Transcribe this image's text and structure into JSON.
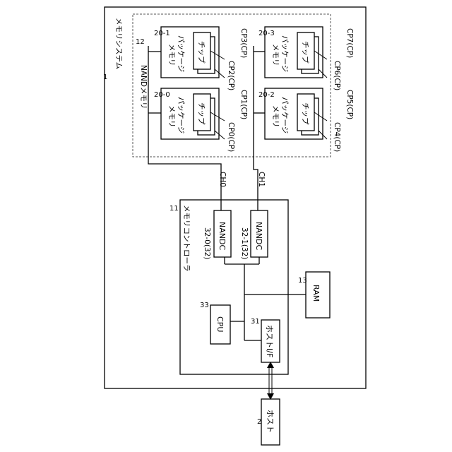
{
  "memory_system": {
    "ref": "1",
    "title": "メモリシステム"
  },
  "host": {
    "ref": "2",
    "label": "ホスト"
  },
  "nand_memory": {
    "ref": "12",
    "title": "NANDメモリ"
  },
  "controller": {
    "ref": "11",
    "title": "メモリコントローラ",
    "cpu": {
      "ref": "33",
      "label": "CPU"
    },
    "host_if": {
      "ref": "31",
      "label": "ホストI/F"
    },
    "ram": {
      "ref": "13",
      "label": "RAM"
    },
    "nandc0": {
      "ref": "32-0(32)",
      "label": "NANDC"
    },
    "nandc1": {
      "ref": "32-1(32)",
      "label": "NANDC"
    }
  },
  "channels": {
    "ch0": "CH0",
    "ch1": "CH1"
  },
  "package_label": {
    "line1": "メモリ",
    "line2": "パッケージ"
  },
  "chip_label": "チップ",
  "packages": [
    {
      "ref": "20-0",
      "cp_a": "CP0(CP)",
      "cp_b": "CP1(CP)"
    },
    {
      "ref": "20-1",
      "cp_a": "CP2(CP)",
      "cp_b": "CP3(CP)"
    },
    {
      "ref": "20-2",
      "cp_a": "CP4(CP)",
      "cp_b": "CP5(CP)"
    },
    {
      "ref": "20-3",
      "cp_a": "CP6(CP)",
      "cp_b": "CP7(CP)"
    }
  ]
}
